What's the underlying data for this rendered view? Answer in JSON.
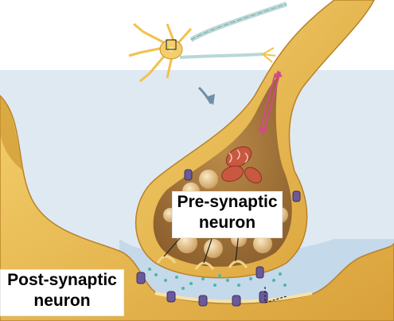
{
  "labels": {
    "pre_synaptic_line1": "Pre-synaptic",
    "pre_synaptic_line2": "neuron",
    "post_synaptic_line1": "Post-synaptic",
    "post_synaptic_line2": "neuron"
  },
  "colors": {
    "background": "#ffffff",
    "synaptic_cleft": "#c8dcea",
    "neuron_body": "#e9b94a",
    "neuron_shade": "#c9912a",
    "terminal_interior": "#a87a3c",
    "vesicle": "#f3dcae",
    "mitochondria": "#c8583f",
    "receptor": "#6b5a9a",
    "neurotransmitter": "#4fb6a6",
    "transport_arrow": "#d24a8a",
    "label_text": "#000000"
  }
}
